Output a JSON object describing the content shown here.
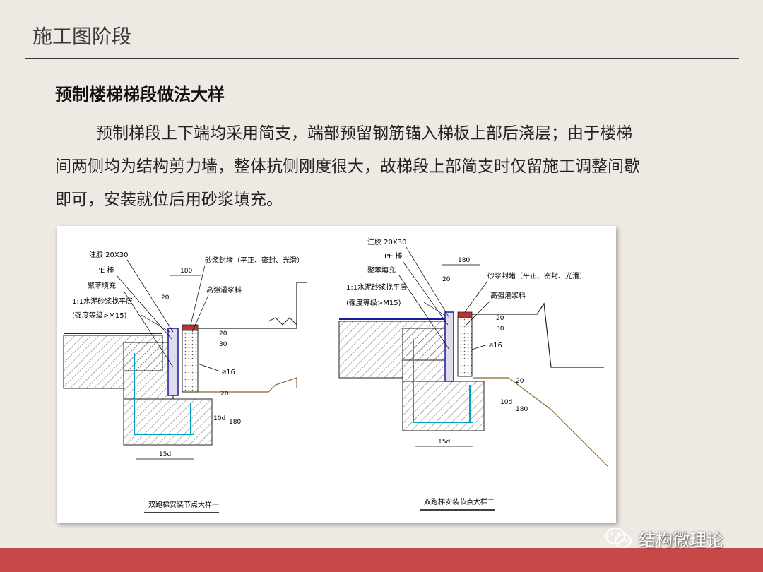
{
  "header": {
    "title": "施工图阶段"
  },
  "section": {
    "title": "预制楼梯梯段做法大样"
  },
  "body": {
    "lines": [
      "预制梯段上下端均采用简支，端部预留钢筋锚入梯板上部后浇层；由于楼梯",
      "间两侧均为结构剪力墙，整体抗侧刚度很大，故梯段上部简支时仅留施工调整间歇",
      "即可，安装就位后用砂浆填充。"
    ]
  },
  "drawing": {
    "left": {
      "labels": [
        "注胶 20X30",
        "PE 棒",
        "聚苯填充",
        "1:1水泥砂浆找平层",
        "(强度等级>M15)",
        "砂浆封堵（平正、密封、光滑）",
        "高强灌浆料",
        "ø16"
      ],
      "dims": [
        "180",
        "20",
        "20",
        "30",
        "20",
        "10d",
        "180",
        "15d"
      ],
      "caption": "双跑梯安装节点大样一"
    },
    "right": {
      "labels": [
        "注胶 20X30",
        "PE 棒",
        "聚苯填充",
        "1:1水泥砂浆找平层",
        "(强度等级>M15)",
        "砂浆封堵（平正、密封、光滑）",
        "高强灌浆料",
        "ø16"
      ],
      "dims": [
        "180",
        "20",
        "20",
        "30",
        "20",
        "10d",
        "180",
        "15d"
      ],
      "caption": "双跑梯安装节点大样二"
    }
  },
  "watermark": {
    "text": "结构微理论",
    "icon": "wechat-icon"
  },
  "colors": {
    "background": "#efe9e4",
    "footer": "#c74848",
    "drawing_blue": "#1a1aa0",
    "drawing_cyan": "#00a0c8"
  }
}
